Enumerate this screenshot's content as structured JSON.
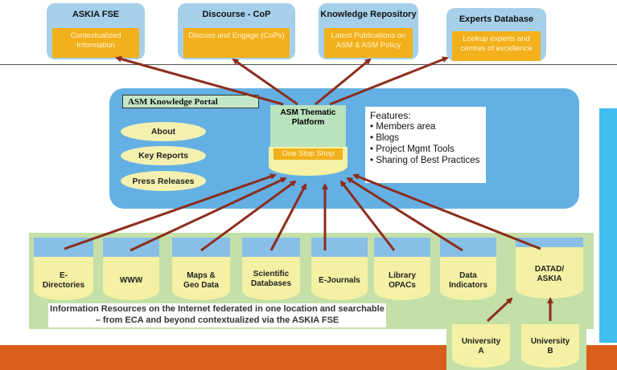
{
  "top_boxes": [
    {
      "title": "ASKIA FSE",
      "subtitle": "Contextualized Information"
    },
    {
      "title": "Discourse - CoP",
      "subtitle": "Discuss and Engage (CoPs)"
    },
    {
      "title": "Knowledge Repository",
      "subtitle": "Latest Publications on ASM & ASM Policy"
    },
    {
      "title": "Experts Database",
      "subtitle": "Lookup experts and centres of excellence"
    }
  ],
  "portal": {
    "title": "ASM Knowledge Portal",
    "buttons": [
      "About",
      "Key Reports",
      "Press Releases"
    ],
    "platform": {
      "title": "ASM Thematic Platform",
      "subtitle": "One Stop Shop"
    },
    "features_heading": "Features:",
    "features": [
      "• Members area",
      "• Blogs",
      "• Project Mgmt Tools",
      "• Sharing of Best Practices"
    ]
  },
  "resources": [
    "E-Directories",
    "WWW",
    "Maps & Geo Data",
    "Scientific Databases",
    "E-Journals",
    "Library OPACs",
    "Data Indicators",
    "DATAD/ ASKIA"
  ],
  "resources_caption": "Information Resources on the Internet federated in one location and searchable – from ECA and beyond contextualized via the ASKIA FSE",
  "universities": [
    "University A",
    "University B"
  ],
  "colors": {
    "portal": "#64b0e4",
    "subtitle": "#f2b01c",
    "cylinder": "#f4f1a4",
    "arrow": "#8c2d1c",
    "accent_panel": "#41bdf0",
    "bottom_bar": "#d95d1b"
  }
}
